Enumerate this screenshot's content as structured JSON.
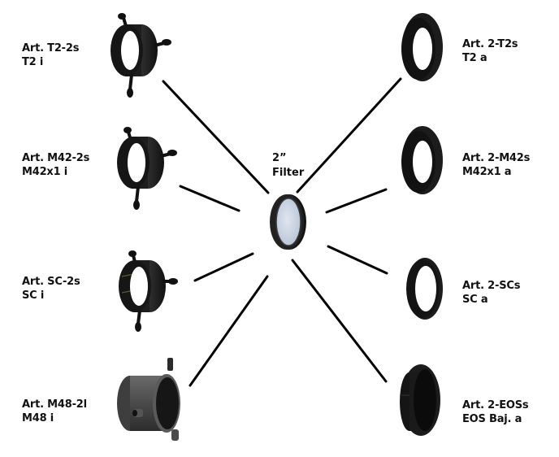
{
  "diagram": {
    "center": {
      "line1": "2”",
      "line2": "Filter",
      "glass_color": "#c9d3e3",
      "rim_color": "#1c1c1c"
    },
    "left_items": [
      {
        "article": "Art. T2-2s",
        "thread": "T2 i"
      },
      {
        "article": "Art. M42-2s",
        "thread": "M42x1 i"
      },
      {
        "article": "Art. SC-2s",
        "thread": "SC i"
      },
      {
        "article": "Art. M48-2l",
        "thread": "M48 i"
      }
    ],
    "right_items": [
      {
        "article": "Art. 2-T2s",
        "thread": "T2 a"
      },
      {
        "article": "Art. 2-M42s",
        "thread": "M42x1 a"
      },
      {
        "article": "Art. 2-SCs",
        "thread": "SC a"
      },
      {
        "article": "Art. 2-EOSs",
        "thread": "EOS Baj. a"
      }
    ],
    "colors": {
      "connector_line": "#000000",
      "adapter_body": "#1a1a1a",
      "adapter_body_m48": "#4a4a4a",
      "text": "#111111",
      "background": "#ffffff"
    }
  }
}
